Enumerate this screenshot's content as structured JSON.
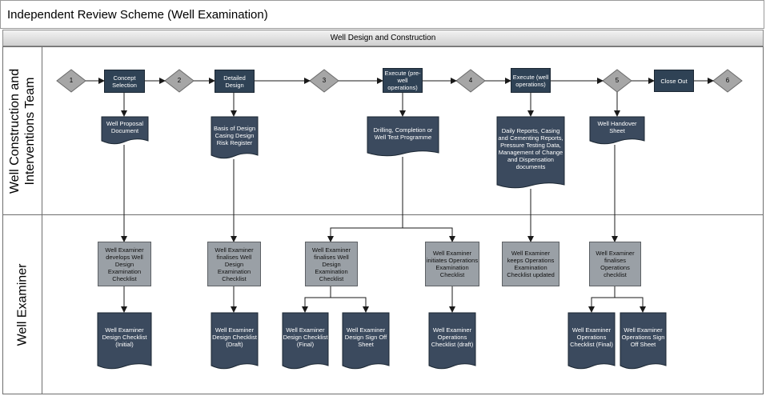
{
  "title": "Independent Review Scheme (Well Examination)",
  "phase": "Well Design and Construction",
  "lanes": {
    "team": "Well Construction and Interventions Team",
    "examiner": "Well Examiner"
  },
  "decisions": [
    "1",
    "2",
    "3",
    "4",
    "5",
    "6"
  ],
  "steps": {
    "concept": "Concept Selection",
    "detailed": "Detailed Design",
    "execute_pre": "Execute (pre-well operations)",
    "execute_ops": "Execute (well operations)",
    "close_out": "Close Out"
  },
  "team_docs": {
    "proposal": "Well Proposal Document",
    "basis": "Basis of Design Casing Design Risk Register",
    "drilling": "Drilling, Completion or Well Test Programme",
    "reports": "Daily Reports, Casing and Cementing Reports, Pressure Testing Data, Management of Change and Dispensation documents",
    "handover": "Well Handover Sheet"
  },
  "activities": {
    "develops": "Well Examiner develops Well Design Examination Checklist",
    "finalises_design": "Well Examiner finalises Well Design Examination Checklist",
    "finalises_design2": "Well Examiner finalises Well Design Examination Checklist",
    "initiates_ops": "Well Examiner initiates Operations Examination Checklist",
    "keeps_ops": "Well Examiner keeps Operations Examination Checklist updated",
    "finalises_ops": "Well Examiner finalises Operations checklist"
  },
  "examiner_docs": {
    "design_initial": "Well Examiner Design Checklist (Initial)",
    "design_draft": "Well Examiner Design Checklist (Draft)",
    "design_final": "Well Examiner Design Checklist (Final)",
    "design_signoff": "Well Examiner Design Sign Off Sheet",
    "ops_draft": "Well Examiner Operations Checklist (draft)",
    "ops_final": "Well Examiner Operations Checklist (Final)",
    "ops_signoff": "Well Examiner Operations Sign Off Sheet"
  },
  "colors": {
    "step_fill": "#2f4255",
    "doc_fill": "#3b4a5e",
    "activity_fill": "#9aa0a6",
    "diamond_fill": "#a6a6a6",
    "connector": "#1a1a1a"
  }
}
